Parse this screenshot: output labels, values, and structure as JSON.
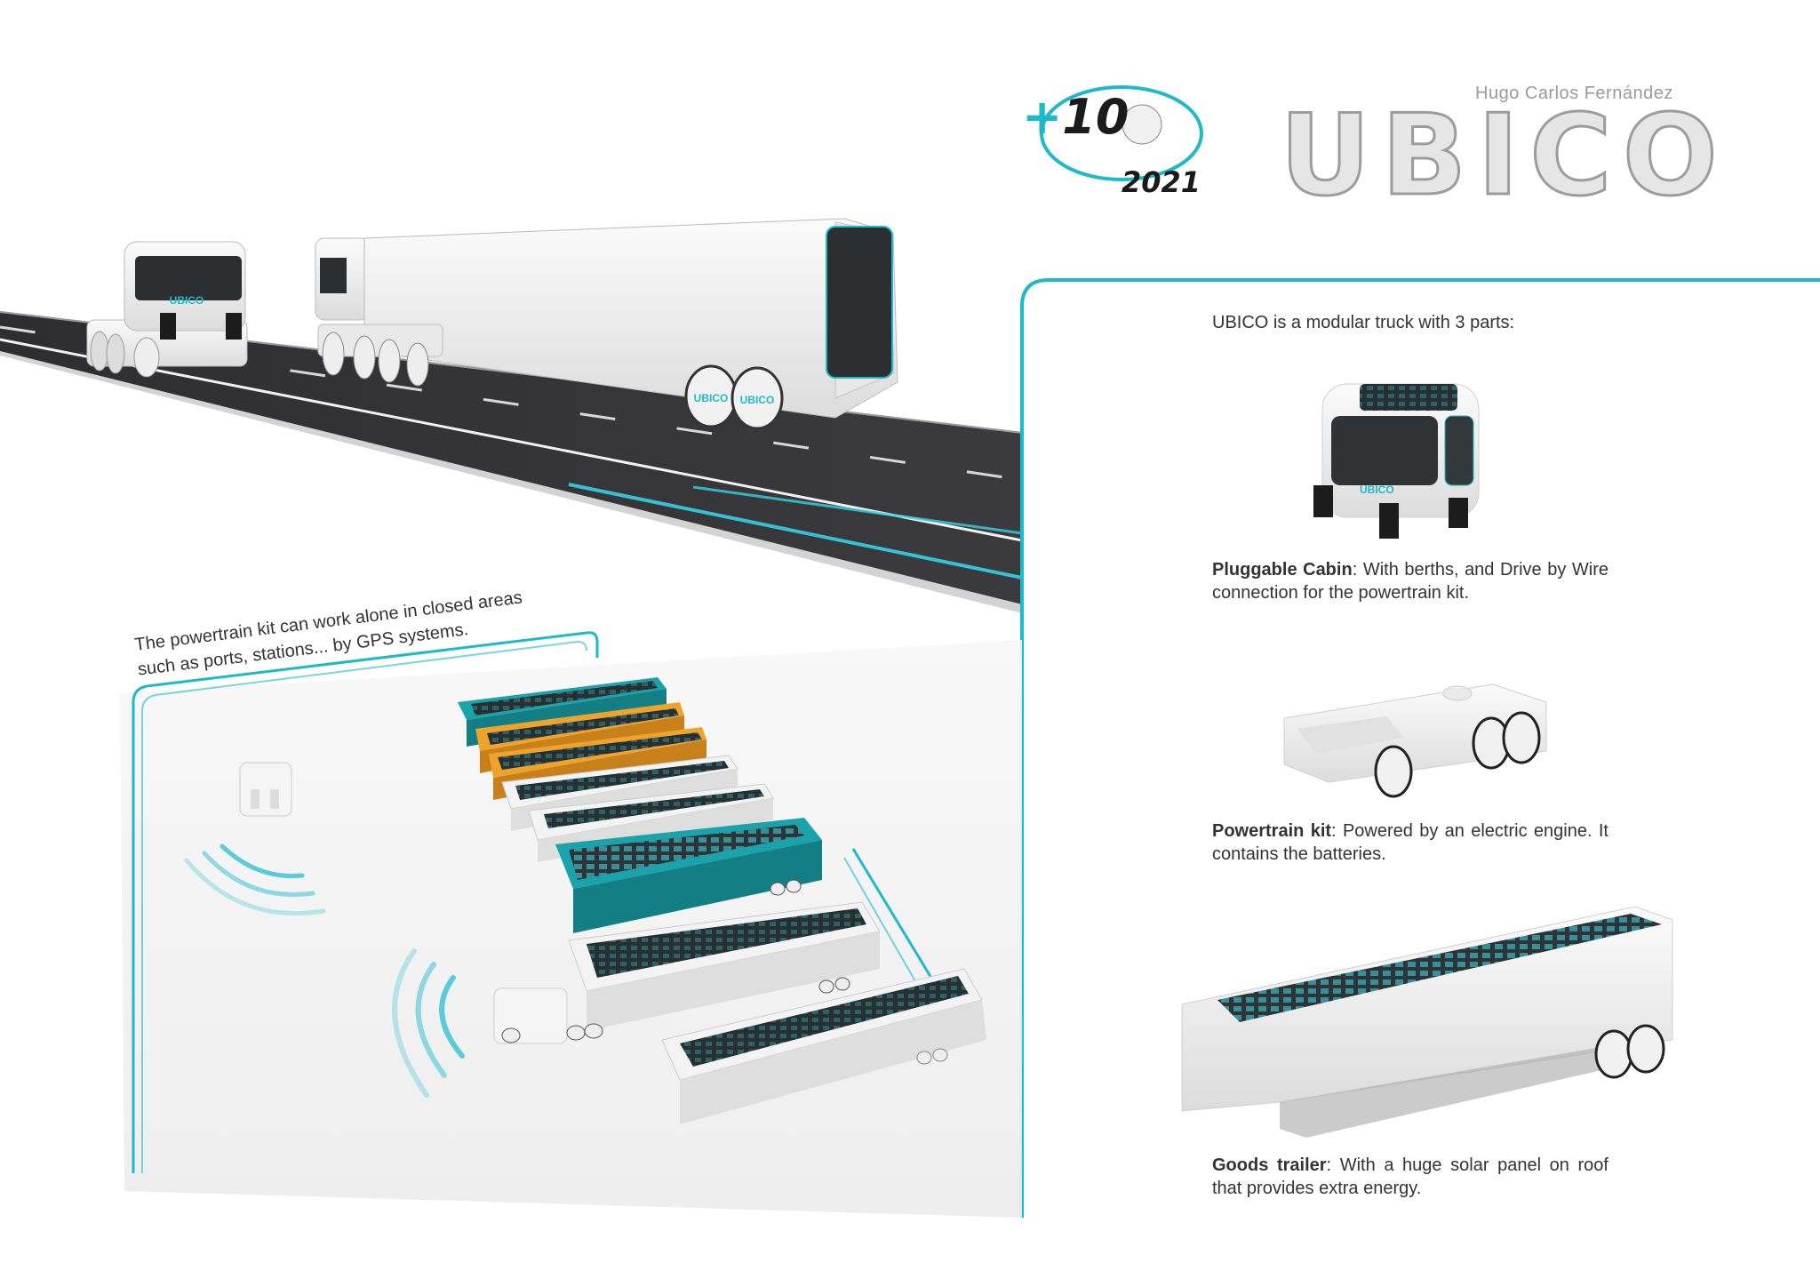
{
  "header": {
    "author": "Hugo Carlos Fernández",
    "logo": "UBICO",
    "badge": {
      "plus": "+",
      "number": "10",
      "year": "2021"
    }
  },
  "note": {
    "line1": "The powertrain kit can work alone in closed areas",
    "line2": "such as ports, stations... by GPS systems."
  },
  "intro": "UBICO is a modular truck with 3 parts:",
  "parts": [
    {
      "name": "Pluggable Cabin",
      "separator": ":  ",
      "text": "With berths, and Drive by Wire connection for the powertrain kit."
    },
    {
      "name": "Powertrain kit",
      "separator": ": ",
      "text": "Powered by an electric engine. It contains the batteries."
    },
    {
      "name": "Goods trailer",
      "separator": ": ",
      "text": "With a huge solar panel on roof that provides extra energy."
    }
  ],
  "vehicle_label": "UBICO",
  "colors": {
    "accent": "#1fb9c9",
    "road": "#3a3a3c",
    "teal_trailer": "#1aa3ab",
    "orange_trailer": "#f0a32a",
    "white_body": "#f2f2f2",
    "text": "#333333"
  },
  "icons": [
    "plus-10-2021-badge",
    "ubico-logo",
    "wifi-signal-icon",
    "truck-render",
    "solar-panel"
  ]
}
